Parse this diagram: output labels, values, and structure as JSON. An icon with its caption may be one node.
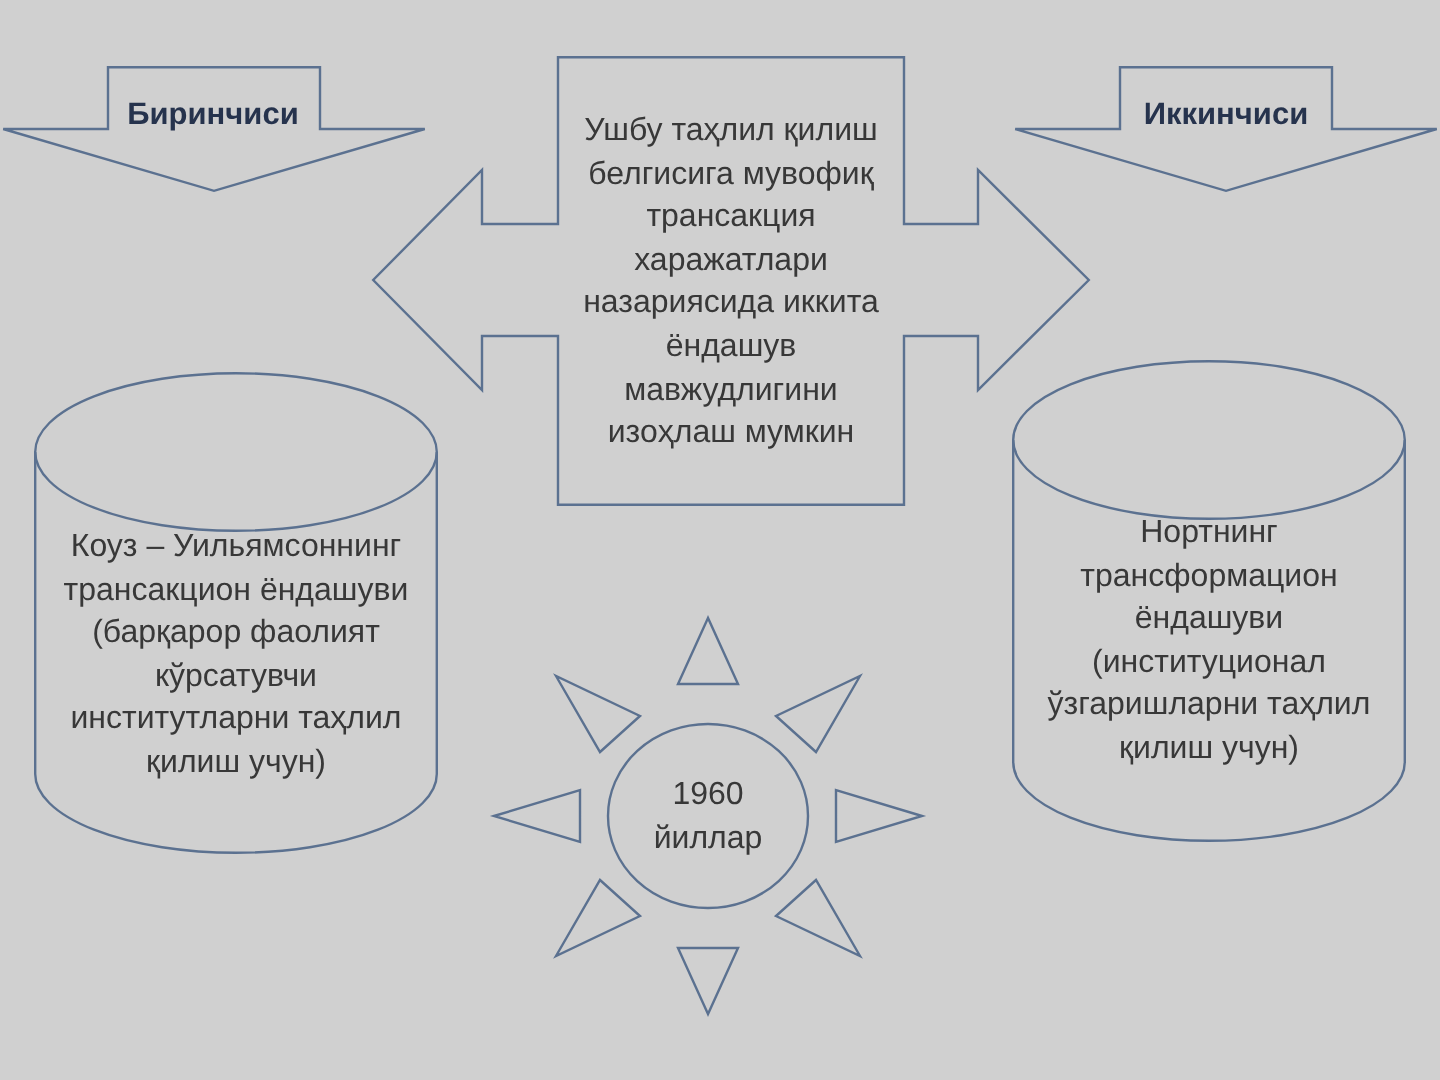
{
  "diagram": {
    "nodes": [
      {
        "text": [
          "Биринчиси"
        ]
      },
      {
        "text": [
          "Ушбу таҳлил қилиш белгисига мувофиқ трансакция харажатлари назариясида иккита ёндашув мавжудлигини изоҳлаш мумкин"
        ]
      },
      {
        "text": [
          "Иккинчиси"
        ]
      },
      {
        "text": [
          "Коуз – Уильямсоннинг трансакцион ёндашуви (барқарор фаолият кўрсатувчи институтларни таҳлил қилиш учун)"
        ]
      },
      {
        "text": [
          "Нортнинг трансформацион ёндашуви (институционал ўзгаришларни таҳлил қилиш учун)"
        ]
      },
      {
        "text": [
          "1960 йиллар"
        ]
      }
    ]
  }
}
